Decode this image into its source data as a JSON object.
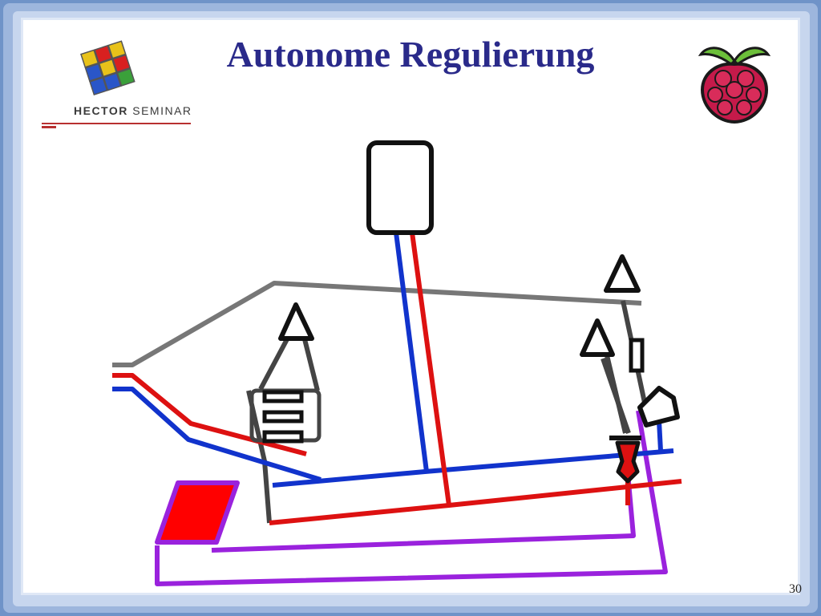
{
  "slide": {
    "title": "Autonome Regulierung",
    "page_number": "30"
  },
  "logo": {
    "word_strong": "HECTOR",
    "word_light": "SEMINAR"
  },
  "icons": {
    "cube": "rubiks-cube-icon",
    "raspberry": "raspberry-pi-icon"
  },
  "colors": {
    "title": "#2a2a8a",
    "frame": "#6f93c8",
    "pipe_flow": "#dd1111",
    "pipe_return": "#1133cc",
    "pipe_gray": "#777777",
    "pipe_dark": "#444444",
    "control_wire": "#9a22dd",
    "controller_fill": "#ff0000"
  }
}
